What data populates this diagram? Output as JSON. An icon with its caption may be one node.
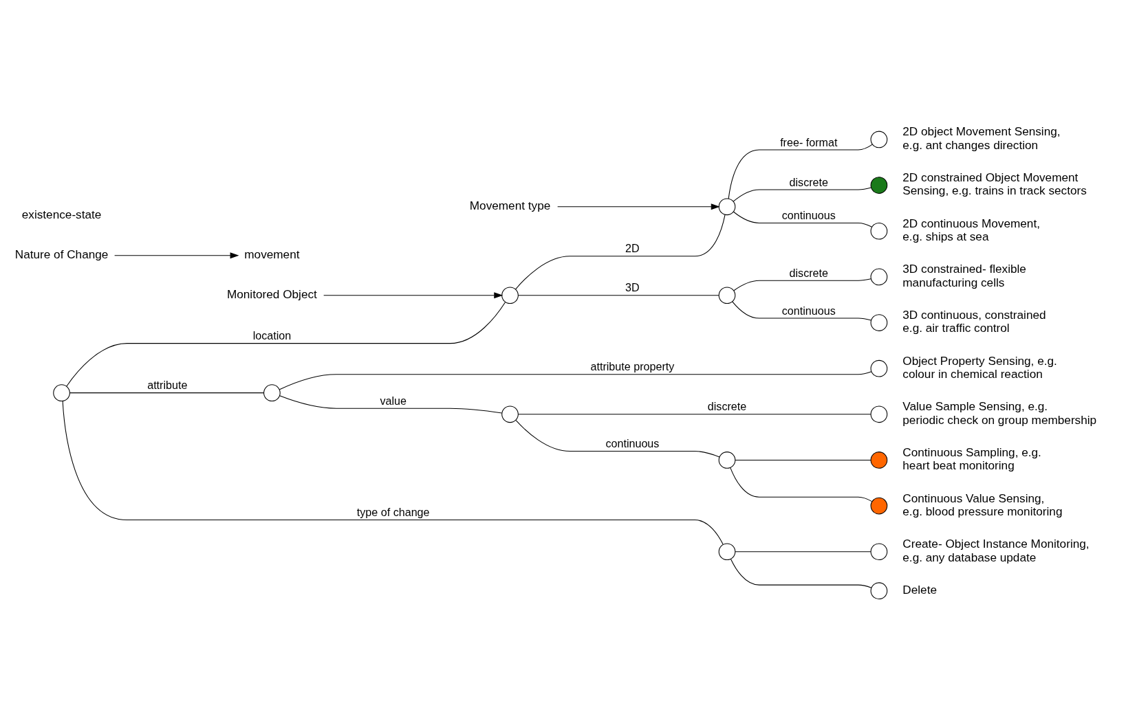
{
  "diagram": {
    "nodes": [
      {
        "text": [
          "Movement type"
        ]
      },
      {
        "text": [],
        "shape": "circle"
      },
      {
        "text": [],
        "shape": "circle",
        "beside": [
          "2D object Movement Sensing, e.g. ant changes direction"
        ]
      },
      {
        "text": [],
        "shape": "circle",
        "beside": [
          "2D constrained Object Movement Sensing, e.g. trains in track sectors"
        ]
      },
      {
        "text": [
          "Monitored Object"
        ]
      },
      {
        "text": [],
        "shape": "circle",
        "beside": [
          "2D continuous Movement, e.g. ships at sea"
        ]
      },
      {
        "text": [
          "Nature of Change"
        ]
      },
      {
        "text": [],
        "shape": "circle"
      },
      {
        "text": [],
        "shape": "circle",
        "beside": [
          "3D constrained- flexible manufacturing cells"
        ]
      },
      {
        "text": [],
        "shape": "circle"
      },
      {
        "text": [
          "movement"
        ]
      },
      {
        "text": [],
        "shape": "circle",
        "beside": [
          "3D continuous, constrained e.g. air traffic control"
        ]
      },
      {
        "text": [],
        "shape": "circle"
      },
      {
        "text": [],
        "shape": "circle",
        "beside": [
          "Object Property Sensing, e.g. colour in chemical reaction"
        ]
      },
      {
        "text": [],
        "shape": "circle"
      },
      {
        "text": [],
        "shape": "circle",
        "beside": [
          "Value Sample Sensing, e.g. periodic check on group membership"
        ]
      },
      {
        "text": [],
        "shape": "circle"
      },
      {
        "text": [],
        "shape": "circle",
        "beside": [
          "Continuous Sampling, e.g. heart beat monitoring"
        ]
      },
      {
        "text": [],
        "shape": "circle"
      },
      {
        "text": [],
        "shape": "circle",
        "beside": [
          "Continuous Value Sensing, e.g. blood pressure monitoring"
        ]
      },
      {
        "text": [],
        "shape": "circle"
      },
      {
        "text": [],
        "shape": "circle",
        "beside": [
          "Create- Object Instance Monitoring, e.g. any database update"
        ]
      },
      {
        "text": [],
        "shape": "circle",
        "beside": [
          "Delete"
        ]
      }
    ],
    "edges": [
      {
        "from": 6,
        "to": 10,
        "arrow": "to"
      },
      {
        "from": 4,
        "to": 7,
        "arrow": "to"
      },
      {
        "from": 0,
        "to": 1,
        "arrow": "to"
      },
      {
        "from": 12,
        "to": 7,
        "arrow": "none",
        "label": "location"
      },
      {
        "from": 12,
        "to": 14,
        "arrow": "none",
        "label": "attribute"
      },
      {
        "from": 12,
        "to": 20,
        "arrow": "none",
        "label": "type of change"
      },
      {
        "from": 7,
        "to": 1,
        "arrow": "none",
        "label": "2D"
      },
      {
        "from": 7,
        "to": 9,
        "arrow": "none",
        "label": "3D"
      },
      {
        "from": 1,
        "to": 2,
        "arrow": "none",
        "label": "free- format"
      },
      {
        "from": 1,
        "to": 3,
        "arrow": "none",
        "label": "discrete"
      },
      {
        "from": 1,
        "to": 5,
        "arrow": "none",
        "label": "continuous"
      },
      {
        "from": 9,
        "to": 8,
        "arrow": "none",
        "label": "discrete"
      },
      {
        "from": 9,
        "to": 11,
        "arrow": "none",
        "label": "continuous"
      },
      {
        "from": 14,
        "to": 13,
        "arrow": "none",
        "label": "attribute property"
      },
      {
        "from": 14,
        "to": 16,
        "arrow": "none",
        "label": "value"
      },
      {
        "from": 16,
        "to": 15,
        "arrow": "none",
        "label": "discrete"
      },
      {
        "from": 16,
        "to": 18,
        "arrow": "none",
        "label": "continuous"
      },
      {
        "from": 18,
        "to": 17,
        "arrow": "none"
      },
      {
        "from": 18,
        "to": 19,
        "arrow": "none"
      },
      {
        "from": 20,
        "to": 21,
        "arrow": "none"
      },
      {
        "from": 20,
        "to": 22,
        "arrow": "none"
      }
    ],
    "labels": [
      "existence-state"
    ]
  }
}
